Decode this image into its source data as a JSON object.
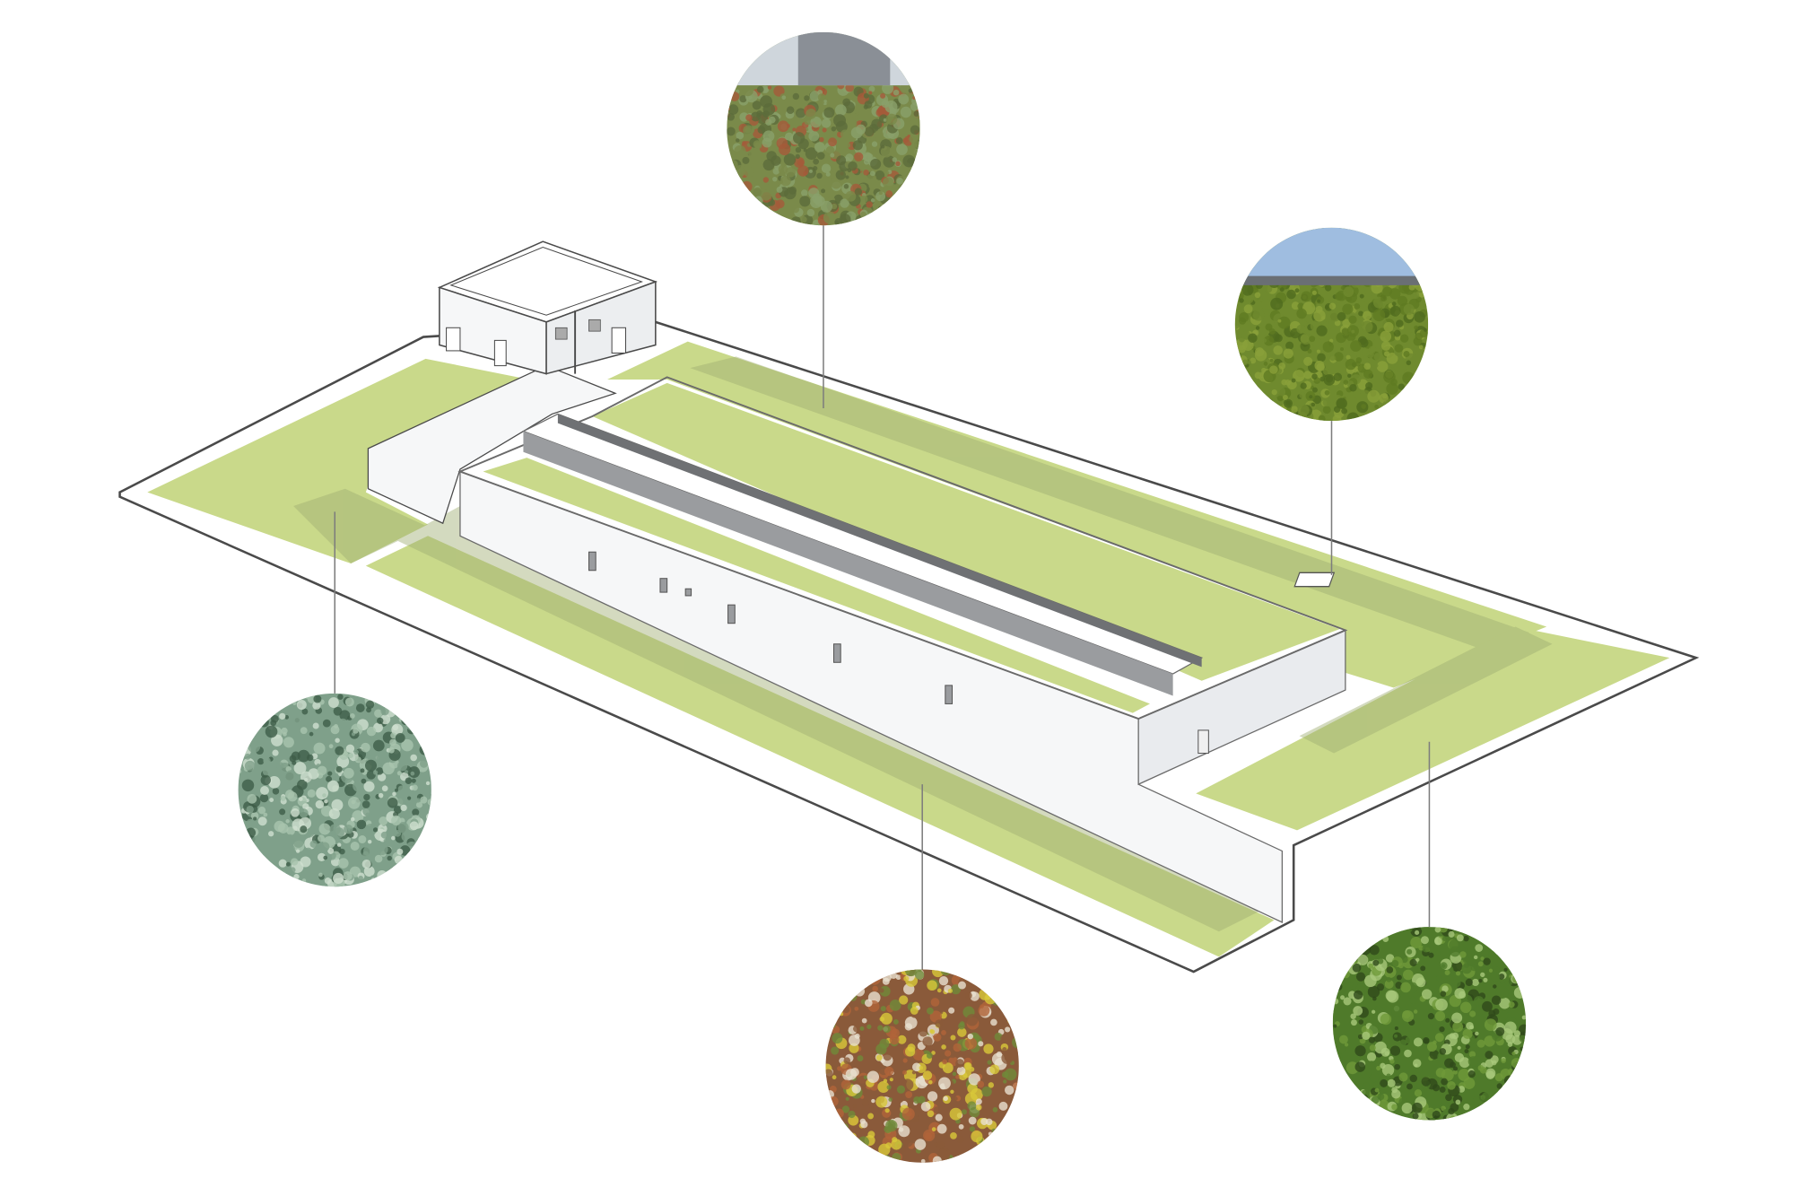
{
  "diagram": {
    "subject": "green-roof-axonometric",
    "colors": {
      "background": "#ffffff",
      "roof_green": "#c9d98a",
      "roof_green_shade": "#b3c478",
      "shadow_green": "#9fae72",
      "wall": "#f6f7f8",
      "wall_side": "#e9ebee",
      "outline": "#4a4a4a",
      "skylight": "#9a9c9f",
      "leader": "#7d7d7d"
    },
    "photo_callouts": [
      {
        "id": "sedum-meadow-with-buildings",
        "palette": [
          "#7a8a4a",
          "#a55a3a",
          "#8aa06a",
          "#5d6b3b"
        ],
        "sky": true,
        "sky_color": "#cfd6dc"
      },
      {
        "id": "lawn-with-horizon",
        "palette": [
          "#6f8a2e",
          "#5f7a22",
          "#8aa03a",
          "#4f6a1e"
        ],
        "sky": true,
        "sky_color": "#9fbde0"
      },
      {
        "id": "sedum-closeup",
        "palette": [
          "#7fa08a",
          "#a9c4ae",
          "#3f5e48",
          "#cfe0d0"
        ],
        "sky": false
      },
      {
        "id": "flowering-sedum-mix",
        "palette": [
          "#8a5a3a",
          "#6f8a3a",
          "#b0643a",
          "#e8e0d0",
          "#d8c83a"
        ],
        "sky": false
      },
      {
        "id": "dense-green-foliage",
        "palette": [
          "#4f7a2a",
          "#6f9a3a",
          "#2f4a1a",
          "#a8c87a"
        ],
        "sky": false
      }
    ]
  }
}
